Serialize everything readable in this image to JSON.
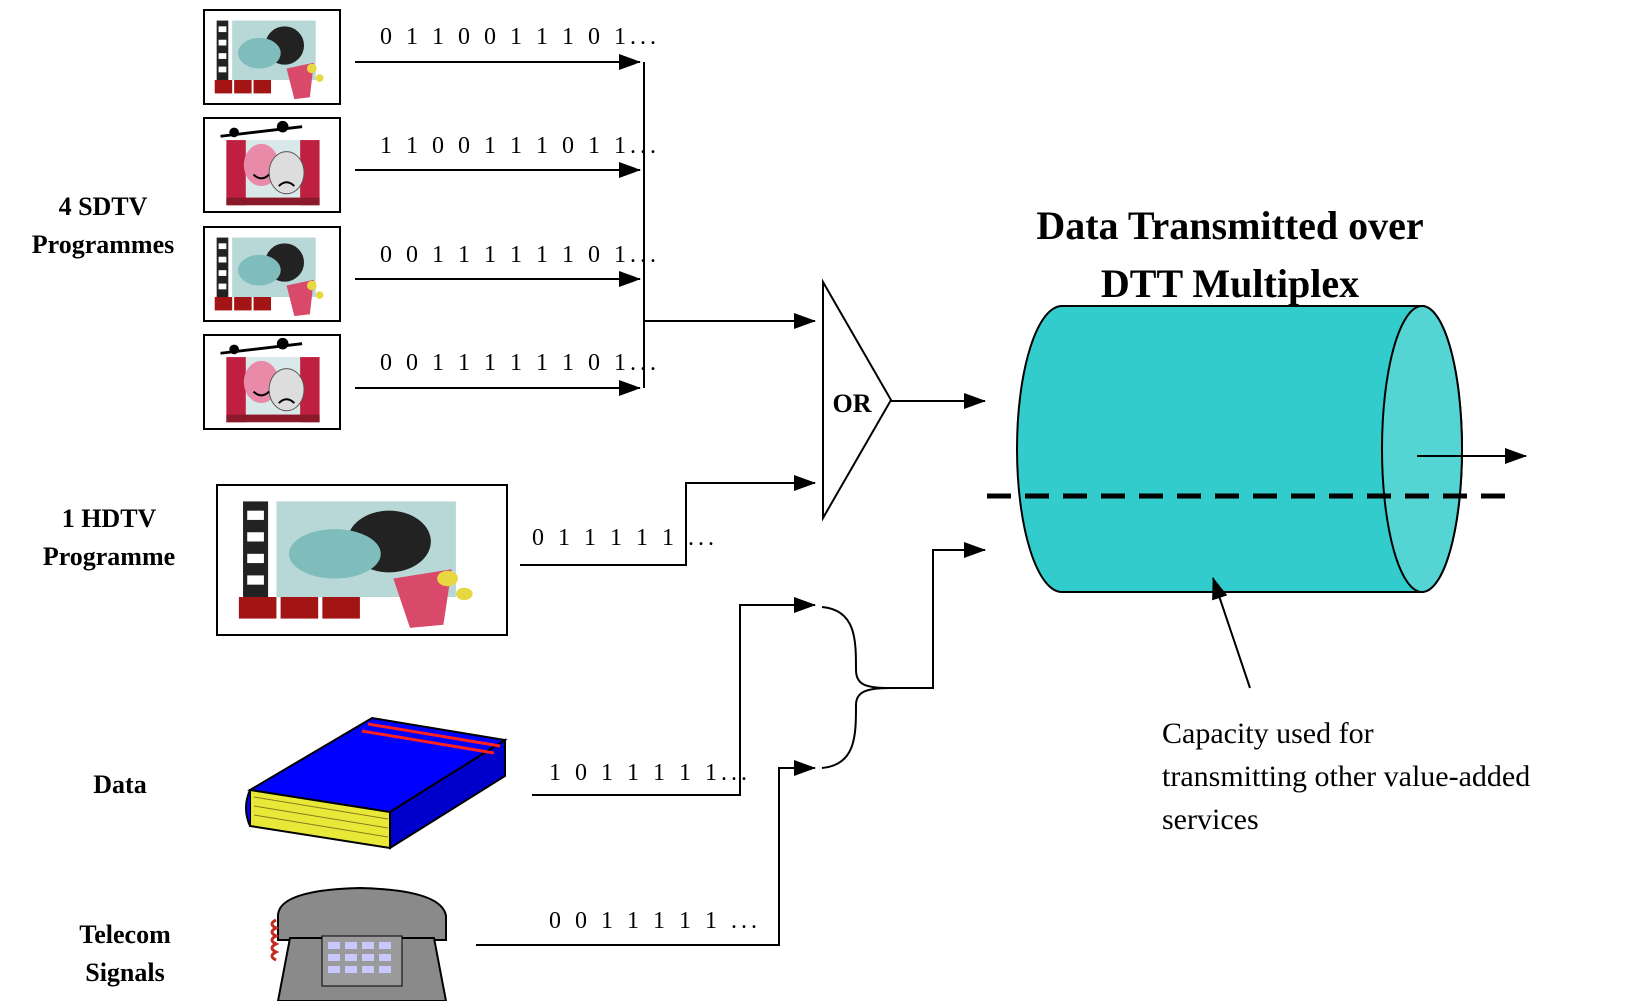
{
  "labels": {
    "sdtv": "4 SDTV Programmes",
    "hdtv": "1 HDTV Programme",
    "data": "Data",
    "telecom": "Telecom Signals"
  },
  "bitstreams": {
    "sdtv_1": "0 1 1 0 0 1 1 1 0 1...",
    "sdtv_2": "1 1 0 0 1 1 1 0 1 1...",
    "sdtv_3": "0 0 1 1 1 1 1 1 0 1...",
    "sdtv_4": "0 0 1 1 1 1 1 1 0 1...",
    "hdtv": "0 1 1 1 1 1 ...",
    "data": "1 0 1 1 1 1 1...",
    "telecom": "0 0 1 1 1 1 1 ..."
  },
  "gate": {
    "label": "OR"
  },
  "multiplex": {
    "title_line1": "Data Transmitted over",
    "title_line2": "DTT Multiplex"
  },
  "annotation": {
    "line1": "Capacity used for",
    "line2": "transmitting other value-added",
    "line3": "services"
  },
  "colors": {
    "cylinder": "#33cccc",
    "cylinder_face": "#55d4d4",
    "book": "#0000ff",
    "book_pages": "#e8e838",
    "phone": "#8a8a8a"
  },
  "icons": {
    "sdtv_cinema": "cinema-icon",
    "sdtv_theatre": "theatre-masks-icon",
    "hdtv": "cinema-icon",
    "data": "book-icon",
    "telecom": "telephone-icon"
  }
}
